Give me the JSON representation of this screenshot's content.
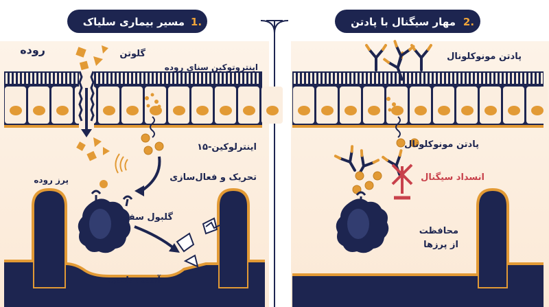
{
  "panel_left": {
    "title_number": "1.",
    "title": "مسیر بیماری سلیاک",
    "labels": {
      "intestine": "روده",
      "gluten": "گلوتن",
      "enterocyte": "اینتروتوکین سنای روده",
      "il15": "اینترلوکین-۱۵",
      "activation": "تحریک و فعال‌سازی",
      "villi": "پرز روده",
      "white_cell": "گلبول سفید",
      "tissue_damage": "آسیب بافتی"
    }
  },
  "panel_right": {
    "title_number": "2.",
    "title": "مهار سیگنال با پادتن",
    "labels": {
      "mab_top": "پادتن مونوکلونال",
      "mab_mid": "پادتن مونوکلونال",
      "signal_block": "انسداد سیگنال",
      "protection_1": "محافظت",
      "protection_2": "از پرزها"
    }
  },
  "colors": {
    "navy": "#1d2550",
    "orange": "#e29a35",
    "cream": "#fbeee0",
    "red": "#c8414b",
    "panel_bg": "#fdf6ee"
  }
}
